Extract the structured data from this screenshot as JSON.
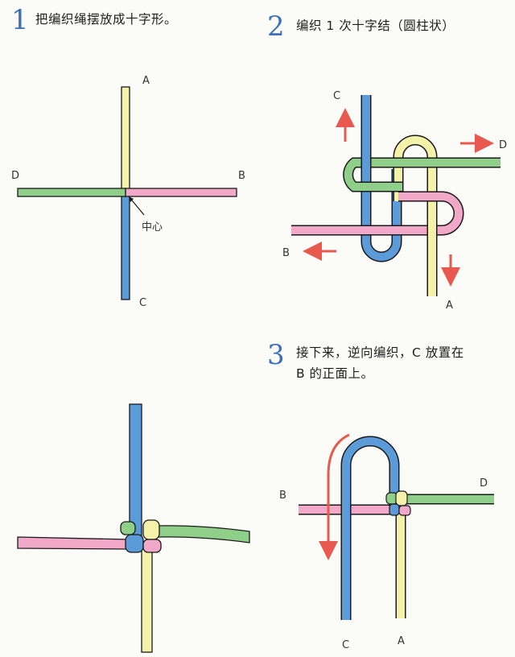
{
  "steps": [
    {
      "number": "1",
      "text": "把编织绳摆放成十字形。"
    },
    {
      "number": "2",
      "text": "编织 1 次十字结（圆柱状）"
    },
    {
      "number": "3",
      "line1": "接下来，逆向编织，C 放置在",
      "line2": "B 的正面上。"
    }
  ],
  "labels": {
    "A": "A",
    "B": "B",
    "C": "C",
    "D": "D",
    "center": "中心"
  },
  "cord_colors": {
    "A": "#f3f2a8",
    "B": "#f2a8c8",
    "C": "#5b9bd8",
    "D": "#8fcf8a",
    "outline": "#1a1a1a",
    "arrow": "#e85a4f"
  }
}
